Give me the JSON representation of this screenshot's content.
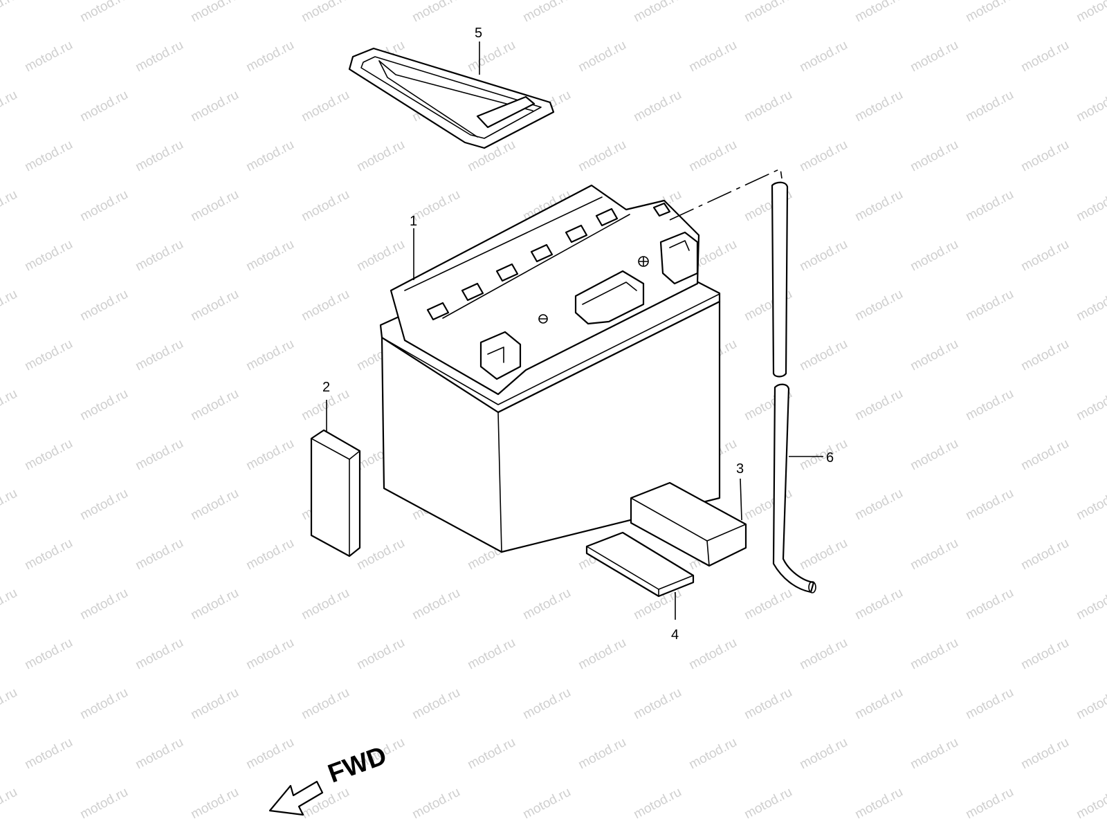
{
  "watermark": "motod.ru",
  "callouts": {
    "battery": "1",
    "pad_side": "2",
    "pad_bottom_a": "3",
    "pad_bottom_b": "4",
    "band": "5",
    "breather_hose": "6"
  },
  "direction_label": "FWD",
  "icons": {
    "direction": "fwd-arrow-icon"
  }
}
